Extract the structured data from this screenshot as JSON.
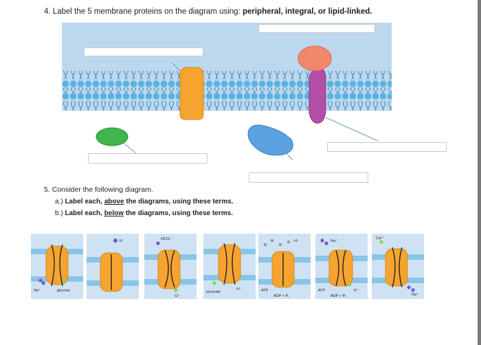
{
  "q4": {
    "number": "4.",
    "prefix": "Label the 5 membrane proteins on the diagram using: ",
    "terms": "peripheral, integral, or lipid-linked."
  },
  "q5": {
    "number": "5.",
    "text": "Consider the following diagram.",
    "a_prefix": "a.) ",
    "a_bold1": "Label each, ",
    "a_underline": "above",
    "a_bold2": " the diagrams, using these terms.",
    "b_prefix": "b.) ",
    "b_bold1": "Label each, ",
    "b_underline": "below",
    "b_bold2": " the diagrams, using these terms."
  },
  "panels": {
    "p1": {
      "left": "Na⁺",
      "right": "glucose"
    },
    "p2": {
      "top": "K⁺"
    },
    "p3": {
      "top": "HCO₃⁻",
      "bottom": "Cl⁻"
    },
    "p4": {
      "left": "pyruvate",
      "right": "H⁺"
    },
    "p5": {
      "top": "H⁺",
      "atp": "ATP",
      "adp": "ADP + Pᵢ"
    },
    "p6": {
      "top": "Na⁺",
      "atp": "ATP",
      "adp": "ADP + Pᵢ",
      "right": "K⁺"
    },
    "p7": {
      "top": "Ca²⁺",
      "right": "Na⁺"
    }
  },
  "colors": {
    "extracellular": "#bcd8ef",
    "lipid_head": "#5ab3e0",
    "orange_protein": "#f5a430",
    "green_protein": "#3fb54e",
    "blue_protein": "#5aa3e0",
    "purple_protein": "#b34fa8",
    "salmon_protein": "#f2876a",
    "panel_bg": "#cfe2f3"
  }
}
